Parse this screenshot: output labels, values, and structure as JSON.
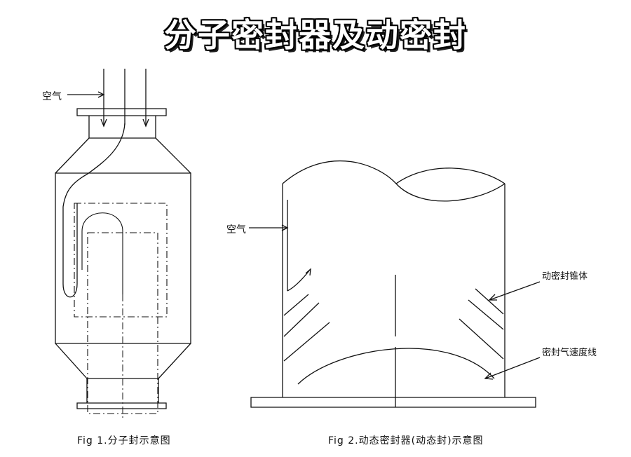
{
  "title": "分子密封器及动密封",
  "fig1": {
    "air_label": "空气",
    "caption": "Fig 1.分子封示意图"
  },
  "fig2": {
    "air_label": "空气",
    "cone_label": "动密封锥体",
    "curve_label": "密封气速度线",
    "caption": "Fig 2.动态密封器(动态封)示意图"
  }
}
